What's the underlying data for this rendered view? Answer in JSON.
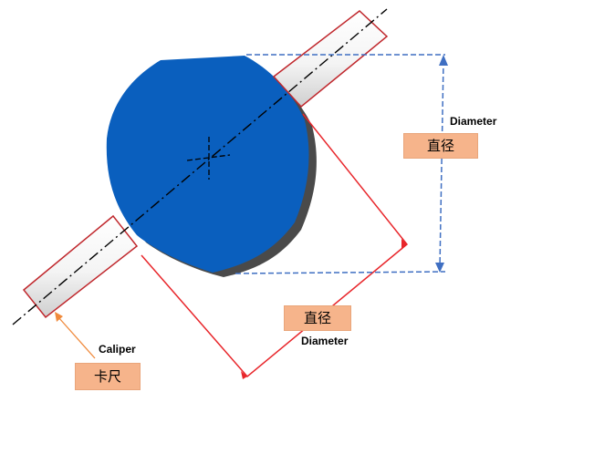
{
  "labels": {
    "diameter_en_right": "Diameter",
    "diameter_cn_right": "直径",
    "diameter_en_bottom": "Diameter",
    "diameter_cn_bottom": "直径",
    "caliper_en": "Caliper",
    "caliper_cn": "卡尺"
  },
  "colors": {
    "disk": "#0a5fbe",
    "disk_shadow": "#4a4a4a",
    "caliper_outline": "#c0282d",
    "diagonal_measure": "#e8262b",
    "vertical_measure": "#3f6fc2",
    "arrow_caliper": "#f08a3c",
    "label_box": "#f6b48b"
  }
}
